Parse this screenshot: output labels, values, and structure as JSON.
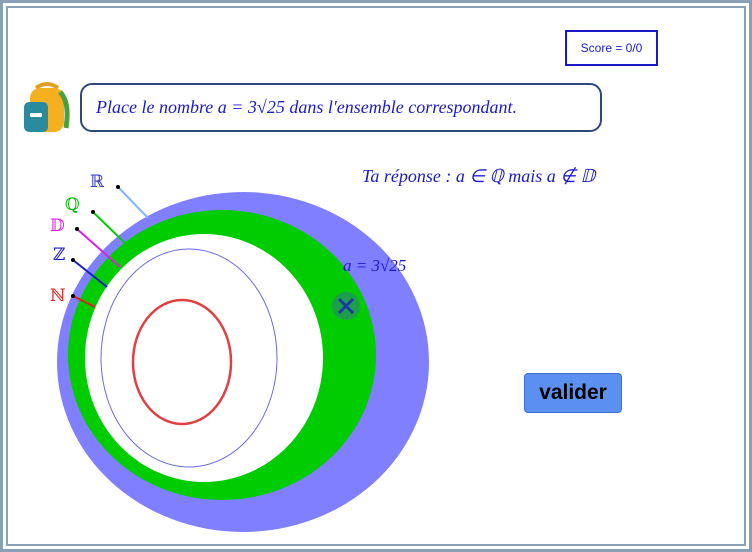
{
  "score": {
    "label": "Score = 0/0"
  },
  "question": {
    "text": "Place le nombre a = 3√25 dans l′ensemble correspondant."
  },
  "answer": {
    "text": "Ta réponse :  a ∈ ℚ mais a ∉ 𝔻"
  },
  "number": {
    "label": "a = 3√25",
    "marker_icon": "cross-icon"
  },
  "sets": [
    {
      "symbol": "ℝ",
      "color": "#3a3acc"
    },
    {
      "symbol": "ℚ",
      "color": "#00bb00"
    },
    {
      "symbol": "𝔻",
      "color": "#e020e0"
    },
    {
      "symbol": "ℤ",
      "color": "#1a1acc"
    },
    {
      "symbol": "ℕ",
      "color": "#dd2020"
    }
  ],
  "colors": {
    "reals_fill": "#7f7fff",
    "rationals_fill": "#00cc00",
    "decimals_fill": "#ffffff",
    "valider_bg": "#5b8ff0"
  },
  "valider": {
    "label": "valider"
  },
  "icons": {
    "backpack": "backpack-icon"
  }
}
